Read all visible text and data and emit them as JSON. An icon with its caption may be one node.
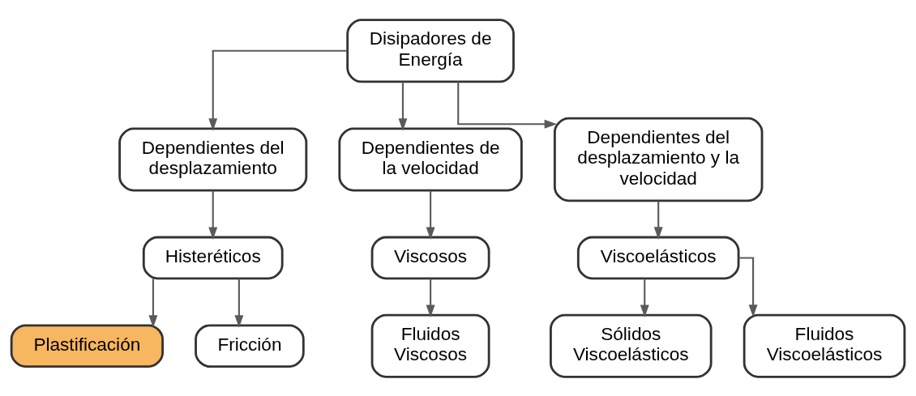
{
  "diagram": {
    "nodes": [
      {
        "text": [
          "Disipadores de Energía"
        ]
      },
      {
        "text": [
          "Dependientes del desplazamiento"
        ]
      },
      {
        "text": [
          "Dependientes de la velocidad"
        ]
      },
      {
        "text": [
          "Dependientes del desplazamiento y la velocidad"
        ]
      },
      {
        "text": [
          "Histeréticos"
        ]
      },
      {
        "text": [
          "Viscosos"
        ]
      },
      {
        "text": [
          "Viscoelásticos"
        ]
      },
      {
        "text": [
          "Plastificación"
        ]
      },
      {
        "text": [
          "Fricción"
        ]
      },
      {
        "text": [
          "Fluidos Viscosos"
        ]
      },
      {
        "text": [
          "Sólidos Viscoelásticos"
        ]
      },
      {
        "text": [
          "Fluidos Viscoelásticos"
        ]
      }
    ],
    "edges": [
      {
        "from": 0,
        "to": 1,
        "arrow": "to"
      },
      {
        "from": 0,
        "to": 2,
        "arrow": "to"
      },
      {
        "from": 0,
        "to": 3,
        "arrow": "to"
      },
      {
        "from": 1,
        "to": 4,
        "arrow": "to"
      },
      {
        "from": 2,
        "to": 5,
        "arrow": "to"
      },
      {
        "from": 3,
        "to": 6,
        "arrow": "to"
      },
      {
        "from": 4,
        "to": 7,
        "arrow": "to"
      },
      {
        "from": 4,
        "to": 8,
        "arrow": "to"
      },
      {
        "from": 5,
        "to": 9,
        "arrow": "to"
      },
      {
        "from": 6,
        "to": 10,
        "arrow": "to"
      },
      {
        "from": 6,
        "to": 11,
        "arrow": "to"
      }
    ]
  }
}
